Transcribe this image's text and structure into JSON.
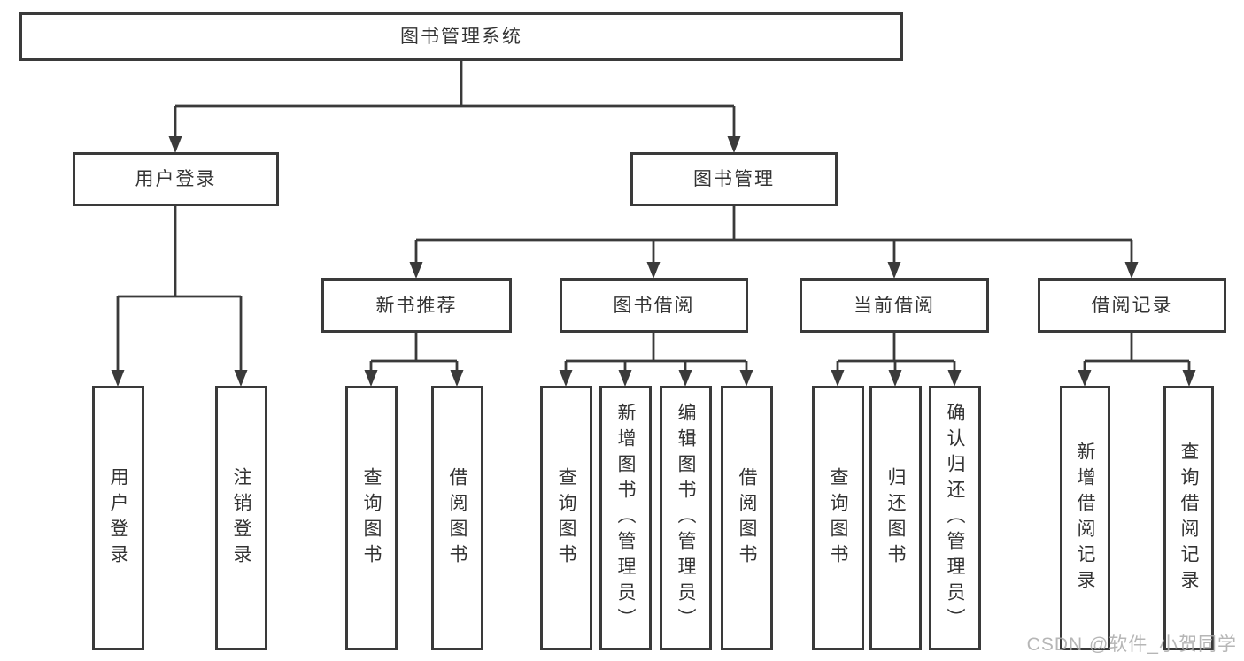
{
  "title": "图书管理系统",
  "tree": {
    "label": "图书管理系统",
    "children": [
      {
        "label": "用户登录",
        "children": [
          {
            "label": "用户登录"
          },
          {
            "label": "注销登录"
          }
        ]
      },
      {
        "label": "图书管理",
        "children": [
          {
            "label": "新书推荐",
            "children": [
              {
                "label": "查询图书"
              },
              {
                "label": "借阅图书"
              }
            ]
          },
          {
            "label": "图书借阅",
            "children": [
              {
                "label": "查询图书"
              },
              {
                "label": "新增图书（管理员）"
              },
              {
                "label": "编辑图书（管理员）"
              },
              {
                "label": "借阅图书"
              }
            ]
          },
          {
            "label": "当前借阅",
            "children": [
              {
                "label": "查询图书"
              },
              {
                "label": "归还图书"
              },
              {
                "label": "确认归还（管理员）"
              }
            ]
          },
          {
            "label": "借阅记录",
            "children": [
              {
                "label": "新增借阅记录"
              },
              {
                "label": "查询借阅记录"
              }
            ]
          }
        ]
      }
    ]
  },
  "watermark": "CSDN @软件_小贺同学",
  "colors": {
    "line": "#3a3a3a",
    "text": "#333333",
    "watermark": "#aaaaaa",
    "background": "#ffffff"
  }
}
